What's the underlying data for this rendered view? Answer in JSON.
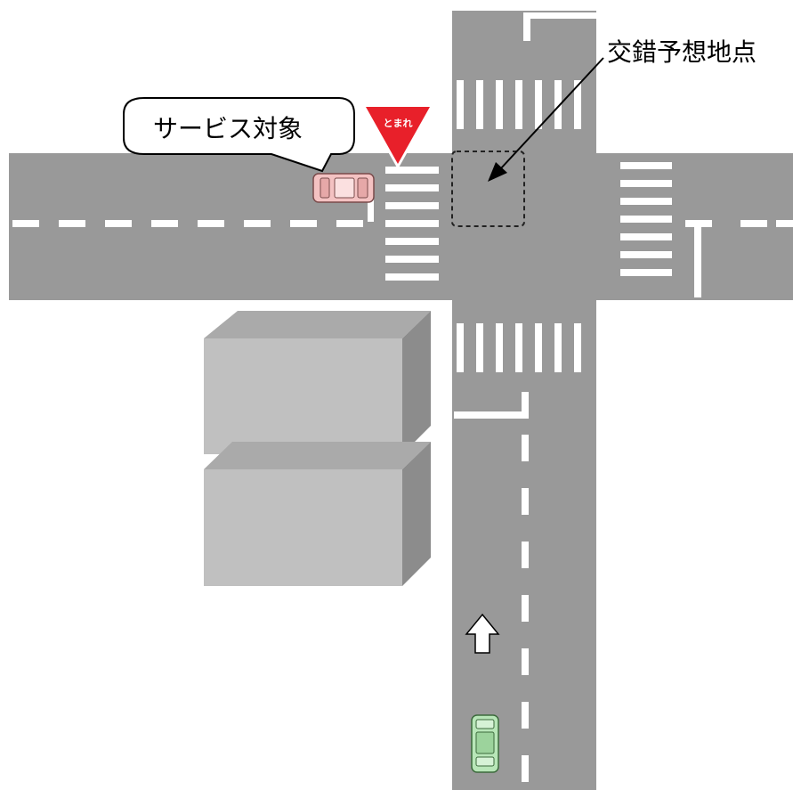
{
  "labels": {
    "service_target": "サービス対象",
    "conflict_point": "交錯予想地点",
    "stop_sign": "とまれ"
  },
  "colors": {
    "road": "#999999",
    "marking": "#ffffff",
    "building_front": "#c0c0c0",
    "building_top": "#aaaaaa",
    "building_side": "#8c8c8c",
    "stop_sign": "#e8202a",
    "service_car": "#f4c2c2",
    "other_car": "#b8e6b8"
  },
  "icons": {
    "stop_sign": "inverted-triangle-sign",
    "arrow": "up-arrow-marking",
    "car": "top-view-car"
  }
}
